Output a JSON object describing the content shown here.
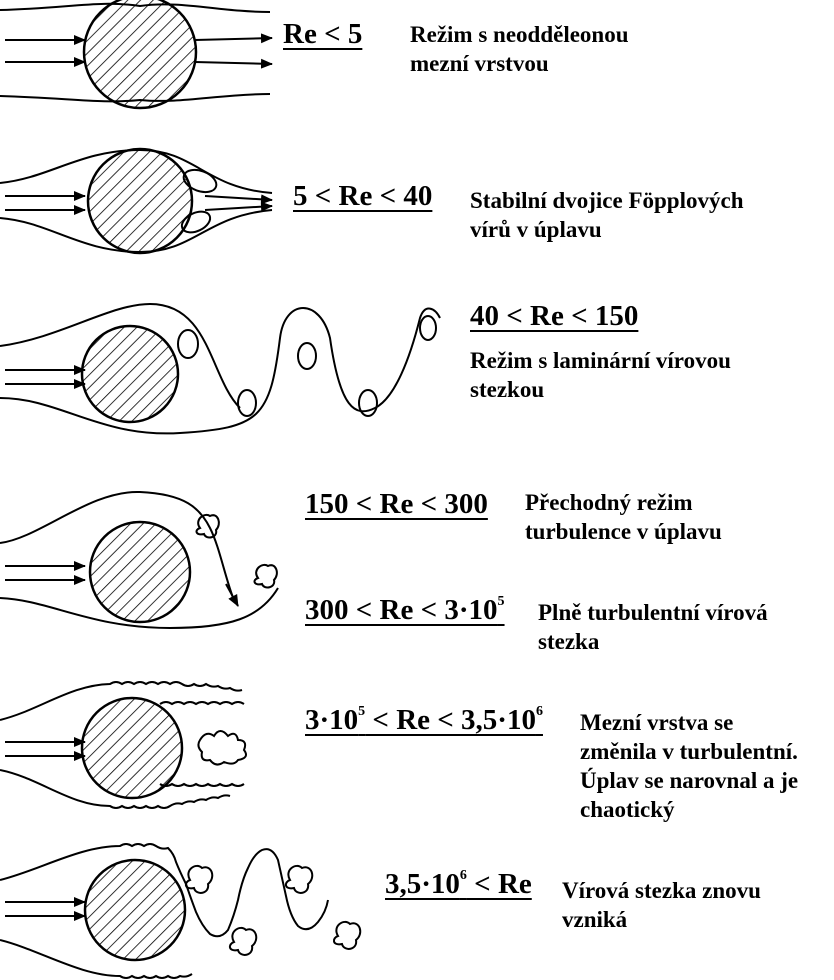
{
  "regimes": [
    {
      "re": "Re < 5",
      "desc": [
        "Režim s neodděleonou",
        "mezní vrstvou"
      ]
    },
    {
      "re": "5 < Re < 40",
      "desc": [
        "Stabilní dvojice Föpplových",
        "vírů v úplavu"
      ]
    },
    {
      "re": "40 < Re < 150",
      "desc": [
        "Režim s laminární vírovou",
        "stezkou"
      ]
    },
    {
      "re": "150 < Re < 300",
      "desc": [
        "Přechodný režim",
        "turbulence v úplavu"
      ]
    },
    {
      "re_pre": "300 < Re < 3·10",
      "re_sup": "5",
      "desc": [
        "Plně turbulentní vírová",
        "stezka"
      ]
    },
    {
      "re_pre1": "3·10",
      "re_sup1": "5",
      "re_mid": " < Re < 3,5·10",
      "re_sup2": "6",
      "desc": [
        "Mezní vrstva se",
        "změnila v turbulentní.",
        "Úplav se narovnal a je",
        "chaotický"
      ]
    },
    {
      "re_pre": "3,5·10",
      "re_sup": "6",
      "re_post": " < Re",
      "desc": [
        "Vírová stezka znovu",
        "vzniká"
      ]
    }
  ]
}
